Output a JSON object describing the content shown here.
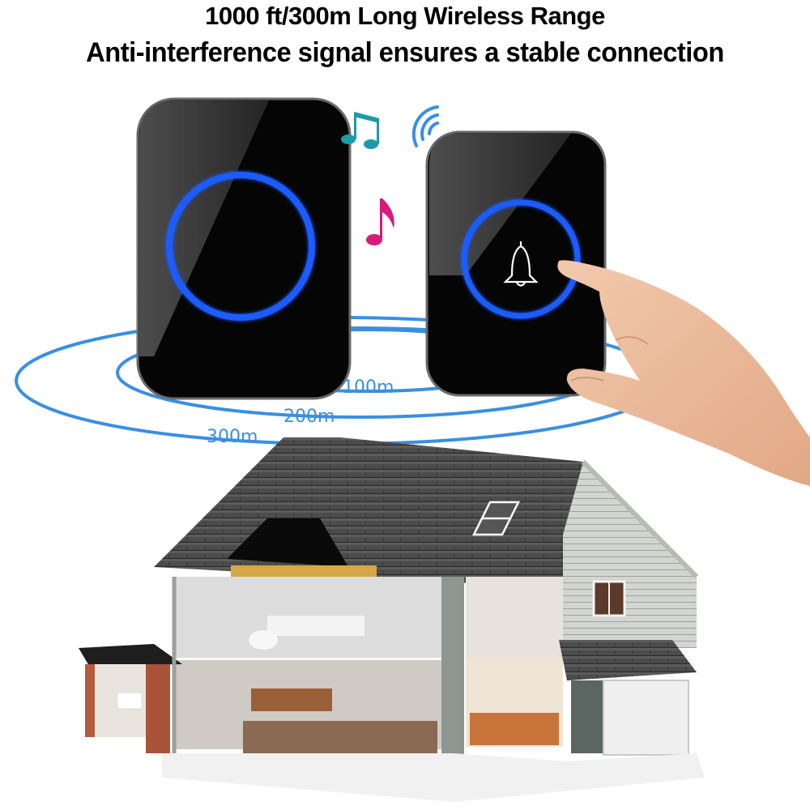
{
  "headline": {
    "line1": "1000 ft/300m Long Wireless Range",
    "line2": "Anti-interference signal ensures a stable connection"
  },
  "range_labels": [
    "100m",
    "200m",
    "300m"
  ],
  "devices": {
    "receiver": {
      "name": "receiver-unit",
      "ring_color": "#1f5cff"
    },
    "transmitter": {
      "name": "doorbell-button",
      "ring_color": "#1f5cff",
      "icon": "bell-icon"
    }
  },
  "decorations": {
    "music_note_double_color": "#1e9aa8",
    "music_note_single_color": "#d81b7a",
    "wifi_color": "#3a8fe0"
  },
  "colors": {
    "wave_line": "#3a8fe0",
    "device_body": "#050505",
    "roof": "#4a4a4a",
    "siding": "#c9ccc6"
  }
}
